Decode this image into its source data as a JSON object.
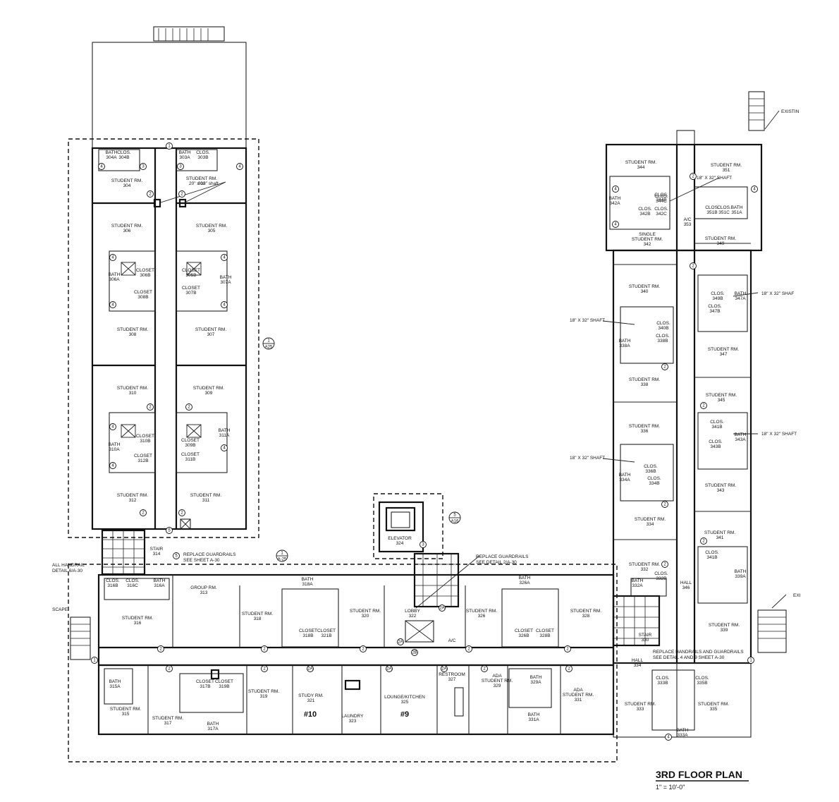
{
  "title": "3RD FLOOR PLAN",
  "scale": "1\" = 10'-0\"",
  "rooms": [
    {
      "id": "r304",
      "lines": [
        "STUDENT RM.",
        "304"
      ]
    },
    {
      "id": "r303",
      "lines": [
        "STUDENT RM.",
        "303"
      ]
    },
    {
      "id": "r306",
      "lines": [
        "STUDENT RM.",
        "306"
      ]
    },
    {
      "id": "r305",
      "lines": [
        "STUDENT RM.",
        "305"
      ]
    },
    {
      "id": "r308",
      "lines": [
        "STUDENT RM.",
        "308"
      ]
    },
    {
      "id": "r307",
      "lines": [
        "STUDENT RM.",
        "307"
      ]
    },
    {
      "id": "r310",
      "lines": [
        "STUDENT RM.",
        "310"
      ]
    },
    {
      "id": "r309",
      "lines": [
        "STUDENT RM.",
        "309"
      ]
    },
    {
      "id": "r312",
      "lines": [
        "STUDENT RM.",
        "312"
      ]
    },
    {
      "id": "r311",
      "lines": [
        "STUDENT RM.",
        "311"
      ]
    },
    {
      "id": "b304a",
      "lines": [
        "BATH",
        "304A"
      ]
    },
    {
      "id": "c304b",
      "lines": [
        "CLOS.",
        "304B"
      ]
    },
    {
      "id": "b303a",
      "lines": [
        "BATH",
        "303A"
      ]
    },
    {
      "id": "c303b",
      "lines": [
        "CLOS.",
        "303B"
      ]
    },
    {
      "id": "b306a",
      "lines": [
        "BATH",
        "306A"
      ]
    },
    {
      "id": "cl306b",
      "lines": [
        "CLOSET",
        "306B"
      ]
    },
    {
      "id": "cl308b",
      "lines": [
        "CLOSET",
        "308B"
      ]
    },
    {
      "id": "cl305b",
      "lines": [
        "CLOSET",
        "305B"
      ]
    },
    {
      "id": "cl307b",
      "lines": [
        "CLOSET",
        "307B"
      ]
    },
    {
      "id": "b307a",
      "lines": [
        "BATH",
        "307A"
      ]
    },
    {
      "id": "b310a",
      "lines": [
        "BATH",
        "310A"
      ]
    },
    {
      "id": "cl310b",
      "lines": [
        "CLOSET",
        "310B"
      ]
    },
    {
      "id": "cl312b",
      "lines": [
        "CLOSET",
        "312B"
      ]
    },
    {
      "id": "cl309b",
      "lines": [
        "CLOSET",
        "309B"
      ]
    },
    {
      "id": "cl311b",
      "lines": [
        "CLOSET",
        "311B"
      ]
    },
    {
      "id": "b311a",
      "lines": [
        "BATH",
        "311A"
      ]
    },
    {
      "id": "stair314",
      "lines": [
        "STAIR",
        "314"
      ]
    },
    {
      "id": "c316b",
      "lines": [
        "CLOS.",
        "316B"
      ]
    },
    {
      "id": "c316c",
      "lines": [
        "CLOS.",
        "316C"
      ]
    },
    {
      "id": "b316a",
      "lines": [
        "BATH",
        "316A"
      ]
    },
    {
      "id": "group313",
      "lines": [
        "GROUP RM.",
        "313"
      ]
    },
    {
      "id": "r316",
      "lines": [
        "STUDENT RM.",
        "316"
      ]
    },
    {
      "id": "r318",
      "lines": [
        "STUDENT RM.",
        "318"
      ]
    },
    {
      "id": "b318a",
      "lines": [
        "BATH",
        "318A"
      ]
    },
    {
      "id": "r320",
      "lines": [
        "STUDENT RM.",
        "320"
      ]
    },
    {
      "id": "cl318b",
      "lines": [
        "CLOSET",
        "318B"
      ]
    },
    {
      "id": "cl321b",
      "lines": [
        "CLOSET",
        "321B"
      ]
    },
    {
      "id": "lobby322",
      "lines": [
        "LOBBY",
        "322"
      ]
    },
    {
      "id": "elev324",
      "lines": [
        "ELEVATOR",
        "324"
      ]
    },
    {
      "id": "ac",
      "lines": [
        "A/C"
      ]
    },
    {
      "id": "r326",
      "lines": [
        "STUDENT RM.",
        "326"
      ]
    },
    {
      "id": "b326a",
      "lines": [
        "BATH",
        "326A"
      ]
    },
    {
      "id": "r328",
      "lines": [
        "STUDENT RM.",
        "328"
      ]
    },
    {
      "id": "cl326b",
      "lines": [
        "CLOSET",
        "326B"
      ]
    },
    {
      "id": "cl328b",
      "lines": [
        "CLOSET",
        "328B"
      ]
    },
    {
      "id": "b332a",
      "lines": [
        "BATH",
        "332A"
      ]
    },
    {
      "id": "c332b",
      "lines": [
        "CLOS.",
        "332B"
      ]
    },
    {
      "id": "stair330",
      "lines": [
        "STAIR",
        "330"
      ]
    },
    {
      "id": "hall334",
      "lines": [
        "HALL",
        "334"
      ]
    },
    {
      "id": "b315a",
      "lines": [
        "BATH",
        "315A"
      ]
    },
    {
      "id": "r315",
      "lines": [
        "STUDENT RM.",
        "315"
      ]
    },
    {
      "id": "r317",
      "lines": [
        "STUDENT RM.",
        "317"
      ]
    },
    {
      "id": "cl317b",
      "lines": [
        "CLOSET",
        "317B"
      ]
    },
    {
      "id": "cl319b",
      "lines": [
        "CLOSET",
        "319B"
      ]
    },
    {
      "id": "b317a",
      "lines": [
        "BATH",
        "317A"
      ]
    },
    {
      "id": "r319",
      "lines": [
        "STUDENT RM.",
        "319"
      ]
    },
    {
      "id": "study321",
      "lines": [
        "STUDY RM.",
        "321"
      ]
    },
    {
      "id": "laundry323",
      "lines": [
        "LAUNDRY",
        "323"
      ]
    },
    {
      "id": "lounge325",
      "lines": [
        "LOUNGE/KITCHEN",
        "325"
      ]
    },
    {
      "id": "restroom327",
      "lines": [
        "RESTROOM",
        "327"
      ]
    },
    {
      "id": "ada329",
      "lines": [
        "ADA",
        "STUDENT RM.",
        "329"
      ]
    },
    {
      "id": "b329a",
      "lines": [
        "BATH",
        "329A"
      ]
    },
    {
      "id": "b331a",
      "lines": [
        "BATH",
        "331A"
      ]
    },
    {
      "id": "ada331",
      "lines": [
        "ADA",
        "STUDENT RM.",
        "331"
      ]
    },
    {
      "id": "c333b",
      "lines": [
        "CLOS.",
        "333B"
      ]
    },
    {
      "id": "c335b",
      "lines": [
        "CLOS.",
        "335B"
      ]
    },
    {
      "id": "r333",
      "lines": [
        "STUDENT RM.",
        "333"
      ]
    },
    {
      "id": "r335",
      "lines": [
        "STUDENT RM.",
        "335"
      ]
    },
    {
      "id": "b333a",
      "lines": [
        "BATH",
        "333A"
      ]
    },
    {
      "id": "r344",
      "lines": [
        "STUDENT RM.",
        "344"
      ]
    },
    {
      "id": "r351",
      "lines": [
        "STUDENT RM.",
        "351"
      ]
    },
    {
      "id": "b342a",
      "lines": [
        "BATH",
        "342A"
      ]
    },
    {
      "id": "c344b",
      "lines": [
        "CLOS.",
        "344B"
      ]
    },
    {
      "id": "c344c",
      "lines": [
        "CLOS.",
        "344C"
      ]
    },
    {
      "id": "c342b",
      "lines": [
        "CLOS.",
        "342B"
      ]
    },
    {
      "id": "c342c",
      "lines": [
        "CLOS.",
        "342C"
      ]
    },
    {
      "id": "c351b",
      "lines": [
        "CLOS.",
        "351B"
      ]
    },
    {
      "id": "c351c",
      "lines": [
        "CLOS.",
        "351C"
      ]
    },
    {
      "id": "b351a",
      "lines": [
        "BATH",
        "351A"
      ]
    },
    {
      "id": "ac353",
      "lines": [
        "A/C",
        "353"
      ]
    },
    {
      "id": "r342",
      "lines": [
        "SINGLE",
        "STUDENT RM.",
        "342"
      ]
    },
    {
      "id": "r349",
      "lines": [
        "STUDENT RM.",
        "349"
      ]
    },
    {
      "id": "r340",
      "lines": [
        "STUDENT RM.",
        "340"
      ]
    },
    {
      "id": "b338a",
      "lines": [
        "BATH",
        "338A"
      ]
    },
    {
      "id": "c340b",
      "lines": [
        "CLOS.",
        "340B"
      ]
    },
    {
      "id": "c338b",
      "lines": [
        "CLOS.",
        "338B"
      ]
    },
    {
      "id": "r338",
      "lines": [
        "STUDENT RM.",
        "338"
      ]
    },
    {
      "id": "c349b",
      "lines": [
        "CLOS.",
        "349B"
      ]
    },
    {
      "id": "c347b",
      "lines": [
        "CLOS.",
        "347B"
      ]
    },
    {
      "id": "b347a",
      "lines": [
        "BATH",
        "347A"
      ]
    },
    {
      "id": "r347",
      "lines": [
        "STUDENT RM.",
        "347"
      ]
    },
    {
      "id": "r345",
      "lines": [
        "STUDENT RM.",
        "345"
      ]
    },
    {
      "id": "r336",
      "lines": [
        "STUDENT RM.",
        "336"
      ]
    },
    {
      "id": "b334a",
      "lines": [
        "BATH",
        "334A"
      ]
    },
    {
      "id": "c336b",
      "lines": [
        "CLOS.",
        "336B"
      ]
    },
    {
      "id": "c334b",
      "lines": [
        "CLOS.",
        "334B"
      ]
    },
    {
      "id": "r334",
      "lines": [
        "STUDENT RM.",
        "334"
      ]
    },
    {
      "id": "c341b",
      "lines": [
        "CLOS.",
        "341B"
      ]
    },
    {
      "id": "c343b",
      "lines": [
        "CLOS.",
        "343B"
      ]
    },
    {
      "id": "b343a",
      "lines": [
        "BATH",
        "343A"
      ]
    },
    {
      "id": "r343",
      "lines": [
        "STUDENT RM.",
        "343"
      ]
    },
    {
      "id": "r341",
      "lines": [
        "STUDENT RM.",
        "341"
      ]
    },
    {
      "id": "c341b2",
      "lines": [
        "CLOS.",
        "341B"
      ]
    },
    {
      "id": "b339a",
      "lines": [
        "BATH",
        "339A"
      ]
    },
    {
      "id": "r332",
      "lines": [
        "STUDENT RM.",
        "332"
      ]
    },
    {
      "id": "hall346",
      "lines": [
        "HALL",
        "346"
      ]
    },
    {
      "id": "r339",
      "lines": [
        "STUDENT RM.",
        "339"
      ]
    }
  ],
  "unit_numbers": [
    "#10",
    "#9"
  ],
  "notes": {
    "shaft_20x18": "20\" x 18\" shaft",
    "shaft_18x32": "18\" X 32\" SHAFT",
    "shaft_18x32_cut": "18\" X 32\" SHAF",
    "replace_guardrails_a30": "REPLACE GUARDRAILS",
    "see_sheet_a30": "SEE SHEET A-30",
    "replace_guardrails_elev": "REPLACE GUARDRAILS",
    "see_detail_2a30": "SEE DETAIL 2/A-30",
    "replace_handrails_l1": "REPLACE HANDRAILS AND GUARDRAILS",
    "replace_handrails_l2": "SEE DETAIL 4 AND 9 SHEET A-30",
    "wall_handrail_l1": "ALL HANDRAIL",
    "wall_handrail_l2": "DETAIL 6/A-30",
    "existing": "EXISTIN",
    "escape": "SCAPE",
    "exit": "EXI"
  },
  "detail_tags": [
    {
      "num": "1",
      "sheet": "A25"
    },
    {
      "num": "1",
      "sheet": "A-25"
    },
    {
      "num": "5",
      "sheet": "A16"
    }
  ],
  "door_tag_values": [
    "1",
    "2",
    "3",
    "4",
    "5",
    "1A",
    "2A",
    "2B"
  ]
}
